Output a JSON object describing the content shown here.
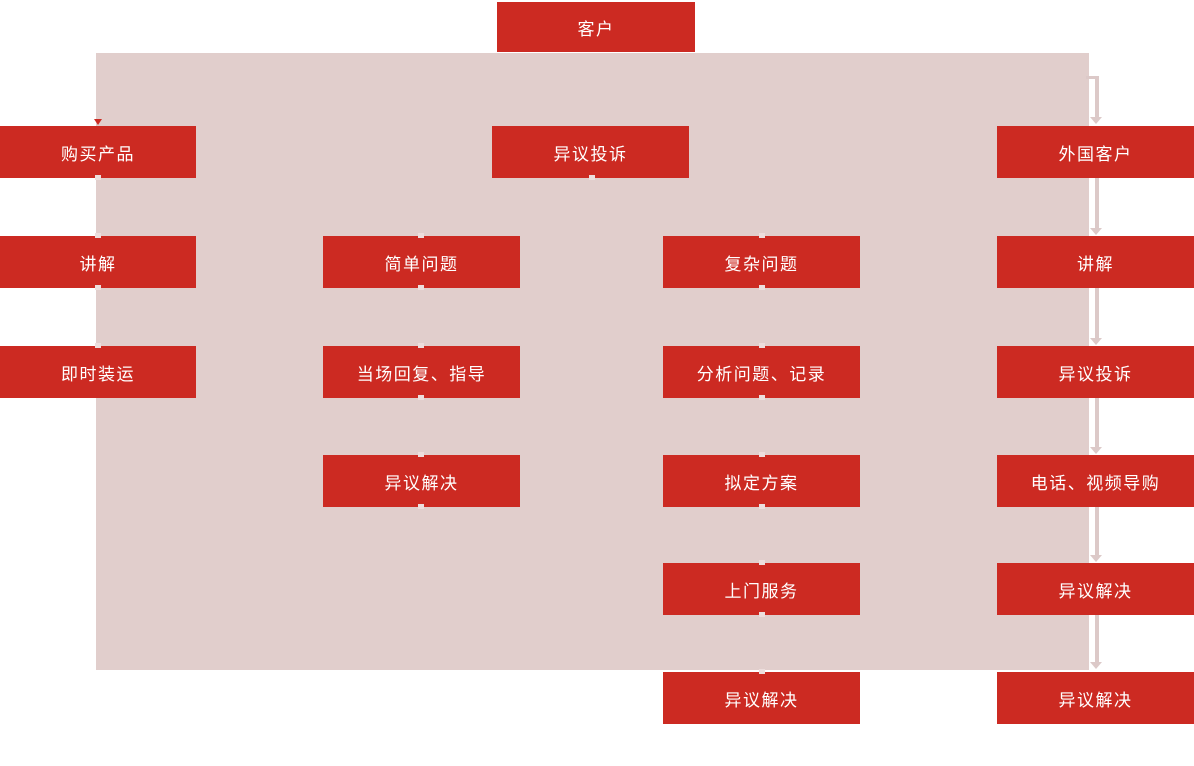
{
  "diagram": {
    "colors": {
      "node_red": "#cc2a22",
      "panel_pink": "#e1cecc",
      "connector_light": "#dcc9c8",
      "text": "#ffffff"
    },
    "root": "客户",
    "complaint_head": "异议投诉",
    "purchase_branch": [
      "购买产品",
      "讲解",
      "即时装运"
    ],
    "simple_branch": [
      "简单问题",
      "当场回复、指导",
      "异议解决"
    ],
    "complex_branch": [
      "复杂问题",
      "分析问题、记录",
      "拟定方案",
      "上门服务",
      "异议解决"
    ],
    "foreign_branch": [
      "外国客户",
      "讲解",
      "异议投诉",
      "电话、视频导购",
      "异议解决",
      "异议解决"
    ]
  }
}
